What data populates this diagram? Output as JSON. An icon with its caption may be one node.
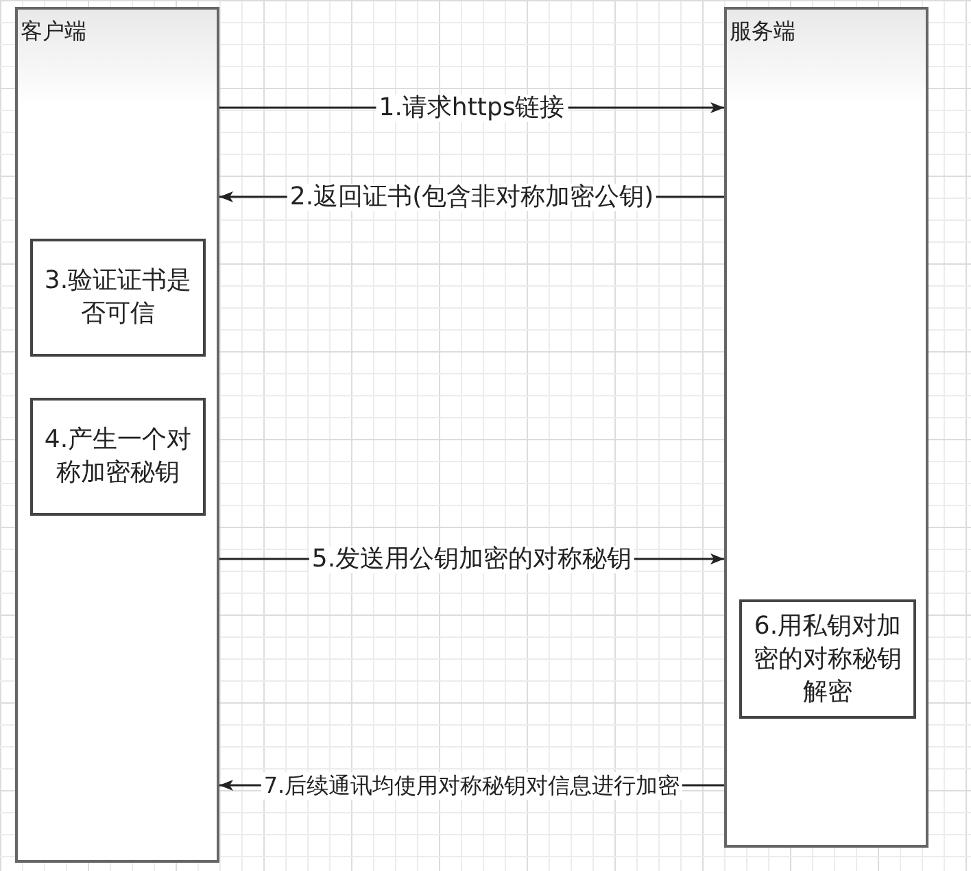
{
  "diagram": {
    "nodes": [
      {
        "text": [
          "客户端"
        ]
      },
      {
        "text": [
          "服务端"
        ]
      },
      {
        "text": [
          "3.验证证书是否可信"
        ],
        "in": 0
      },
      {
        "text": [
          "4.产生一个对称加密秘钥"
        ],
        "in": 0
      },
      {
        "text": [
          "6.用私钥对加密的对称秘钥解密"
        ],
        "in": 1
      }
    ],
    "edges": [
      {
        "from": 0,
        "to": 1,
        "arrow": "to",
        "label": "1.请求https链接"
      },
      {
        "from": 1,
        "to": 0,
        "arrow": "to",
        "label": "2.返回证书(包含非对称加密公钥)"
      },
      {
        "from": 0,
        "to": 1,
        "arrow": "to",
        "label": "5.发送用公钥加密的对称秘钥"
      },
      {
        "from": 1,
        "to": 0,
        "arrow": "to",
        "label": "7.后续通讯均使用对称秘钥对信息进行加密"
      }
    ]
  }
}
